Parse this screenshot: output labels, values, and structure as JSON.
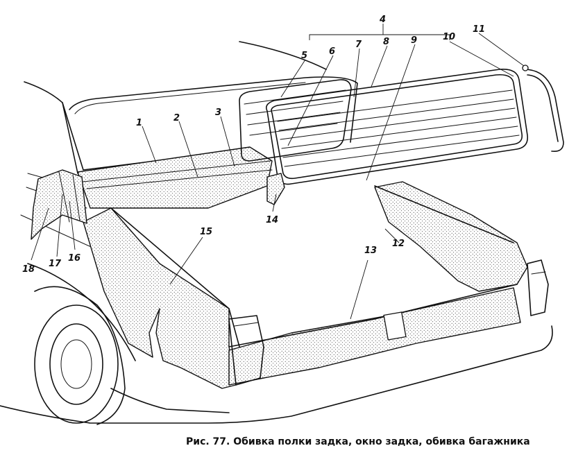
{
  "caption": "Рис. 77. Обивка полки задка, окно задка, обивка багажника",
  "callouts": [
    "1",
    "2",
    "3",
    "4",
    "5",
    "6",
    "7",
    "8",
    "9",
    "10",
    "11",
    "12",
    "13",
    "14",
    "15",
    "16",
    "17",
    "18"
  ],
  "colors": {
    "ink": "#111111",
    "paper": "#ffffff"
  }
}
